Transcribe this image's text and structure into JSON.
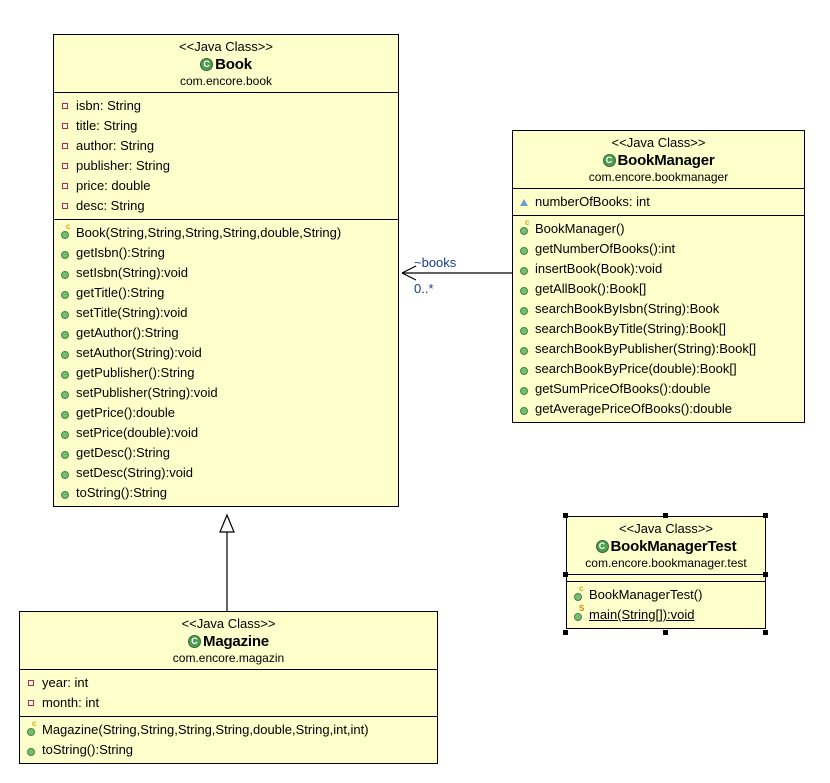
{
  "diagram": {
    "type": "uml-class-diagram",
    "background": "#ffffff",
    "class_fill": "#ffffcc",
    "border_color": "#000000",
    "label_color": "#1a3c8c"
  },
  "classes": {
    "book": {
      "stereotype": "<<Java Class>>",
      "name": "Book",
      "package": "com.encore.book",
      "icon": "java-class-icon",
      "attributes": [
        {
          "label": "isbn: String",
          "visibility": "private",
          "icon": "private-field-icon"
        },
        {
          "label": "title: String",
          "visibility": "private",
          "icon": "private-field-icon"
        },
        {
          "label": "author: String",
          "visibility": "private",
          "icon": "private-field-icon"
        },
        {
          "label": "publisher: String",
          "visibility": "private",
          "icon": "private-field-icon"
        },
        {
          "label": "price: double",
          "visibility": "private",
          "icon": "private-field-icon"
        },
        {
          "label": "desc: String",
          "visibility": "private",
          "icon": "private-field-icon"
        }
      ],
      "methods": [
        {
          "label": "Book(String,String,String,String,double,String)",
          "visibility": "public",
          "kind": "constructor",
          "icon": "public-constructor-icon"
        },
        {
          "label": "getIsbn():String",
          "visibility": "public",
          "kind": "method",
          "icon": "public-method-icon"
        },
        {
          "label": "setIsbn(String):void",
          "visibility": "public",
          "kind": "method",
          "icon": "public-method-icon"
        },
        {
          "label": "getTitle():String",
          "visibility": "public",
          "kind": "method",
          "icon": "public-method-icon"
        },
        {
          "label": "setTitle(String):void",
          "visibility": "public",
          "kind": "method",
          "icon": "public-method-icon"
        },
        {
          "label": "getAuthor():String",
          "visibility": "public",
          "kind": "method",
          "icon": "public-method-icon"
        },
        {
          "label": "setAuthor(String):void",
          "visibility": "public",
          "kind": "method",
          "icon": "public-method-icon"
        },
        {
          "label": "getPublisher():String",
          "visibility": "public",
          "kind": "method",
          "icon": "public-method-icon"
        },
        {
          "label": "setPublisher(String):void",
          "visibility": "public",
          "kind": "method",
          "icon": "public-method-icon"
        },
        {
          "label": "getPrice():double",
          "visibility": "public",
          "kind": "method",
          "icon": "public-method-icon"
        },
        {
          "label": "setPrice(double):void",
          "visibility": "public",
          "kind": "method",
          "icon": "public-method-icon"
        },
        {
          "label": "getDesc():String",
          "visibility": "public",
          "kind": "method",
          "icon": "public-method-icon"
        },
        {
          "label": "setDesc(String):void",
          "visibility": "public",
          "kind": "method",
          "icon": "public-method-icon"
        },
        {
          "label": "toString():String",
          "visibility": "public",
          "kind": "method",
          "icon": "public-method-icon"
        }
      ]
    },
    "bookmanager": {
      "stereotype": "<<Java Class>>",
      "name": "BookManager",
      "package": "com.encore.bookmanager",
      "icon": "java-class-icon",
      "attributes": [
        {
          "label": "numberOfBooks: int",
          "visibility": "package",
          "icon": "package-field-icon"
        }
      ],
      "methods": [
        {
          "label": "BookManager()",
          "visibility": "public",
          "kind": "constructor",
          "icon": "public-constructor-icon"
        },
        {
          "label": "getNumberOfBooks():int",
          "visibility": "public",
          "kind": "method",
          "icon": "public-method-icon"
        },
        {
          "label": "insertBook(Book):void",
          "visibility": "public",
          "kind": "method",
          "icon": "public-method-icon"
        },
        {
          "label": "getAllBook():Book[]",
          "visibility": "public",
          "kind": "method",
          "icon": "public-method-icon"
        },
        {
          "label": "searchBookByIsbn(String):Book",
          "visibility": "public",
          "kind": "method",
          "icon": "public-method-icon"
        },
        {
          "label": "searchBookByTitle(String):Book[]",
          "visibility": "public",
          "kind": "method",
          "icon": "public-method-icon"
        },
        {
          "label": "searchBookByPublisher(String):Book[]",
          "visibility": "public",
          "kind": "method",
          "icon": "public-method-icon"
        },
        {
          "label": "searchBookByPrice(double):Book[]",
          "visibility": "public",
          "kind": "method",
          "icon": "public-method-icon"
        },
        {
          "label": "getSumPriceOfBooks():double",
          "visibility": "public",
          "kind": "method",
          "icon": "public-method-icon"
        },
        {
          "label": "getAveragePriceOfBooks():double",
          "visibility": "public",
          "kind": "method",
          "icon": "public-method-icon"
        }
      ]
    },
    "bookmanagertest": {
      "stereotype": "<<Java Class>>",
      "name": "BookManagerTest",
      "package": "com.encore.bookmanager.test",
      "icon": "java-class-icon",
      "selected": true,
      "attributes": [],
      "methods": [
        {
          "label": "BookManagerTest()",
          "visibility": "public",
          "kind": "constructor",
          "icon": "public-constructor-icon",
          "static": false
        },
        {
          "label": "main(String[]):void",
          "visibility": "public",
          "kind": "method",
          "icon": "public-static-method-icon",
          "static": true
        }
      ]
    },
    "magazine": {
      "stereotype": "<<Java Class>>",
      "name": "Magazine",
      "package": "com.encore.magazin",
      "icon": "java-class-icon",
      "attributes": [
        {
          "label": "year: int",
          "visibility": "private",
          "icon": "private-field-icon"
        },
        {
          "label": "month: int",
          "visibility": "private",
          "icon": "private-field-icon"
        }
      ],
      "methods": [
        {
          "label": "Magazine(String,String,String,String,double,String,int,int)",
          "visibility": "public",
          "kind": "constructor",
          "icon": "public-constructor-icon"
        },
        {
          "label": "toString():String",
          "visibility": "public",
          "kind": "method",
          "icon": "public-method-icon"
        }
      ]
    }
  },
  "relationships": {
    "association": {
      "kind": "association",
      "from": "BookManager",
      "to": "Book",
      "role_label": "~books",
      "multiplicity": "0..*"
    },
    "generalization": {
      "kind": "generalization",
      "from": "Magazine",
      "to": "Book"
    }
  }
}
